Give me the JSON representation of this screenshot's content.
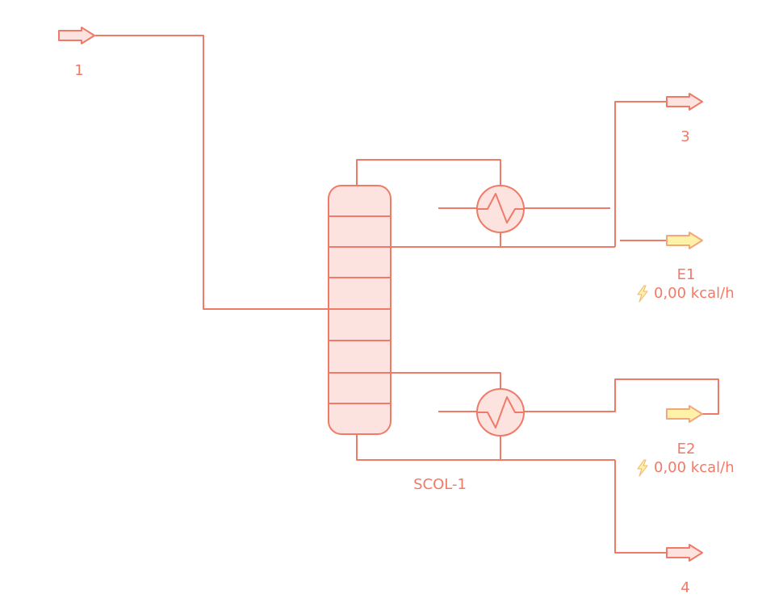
{
  "colors": {
    "line": "#f07a68",
    "fill": "#fde3df",
    "energy_fill": "#fdf2a8",
    "energy_stroke": "#f3a87a"
  },
  "streams": {
    "s1": "1",
    "s3": "3",
    "s4": "4"
  },
  "energy": {
    "e1": {
      "name": "E1",
      "value": "0,00 kcal/h"
    },
    "e2": {
      "name": "E2",
      "value": "0,00 kcal/h"
    }
  },
  "unit": {
    "name": "SCOL-1",
    "icons": [
      "distillation-column",
      "condenser",
      "reboiler",
      "lightning-bolt"
    ]
  }
}
